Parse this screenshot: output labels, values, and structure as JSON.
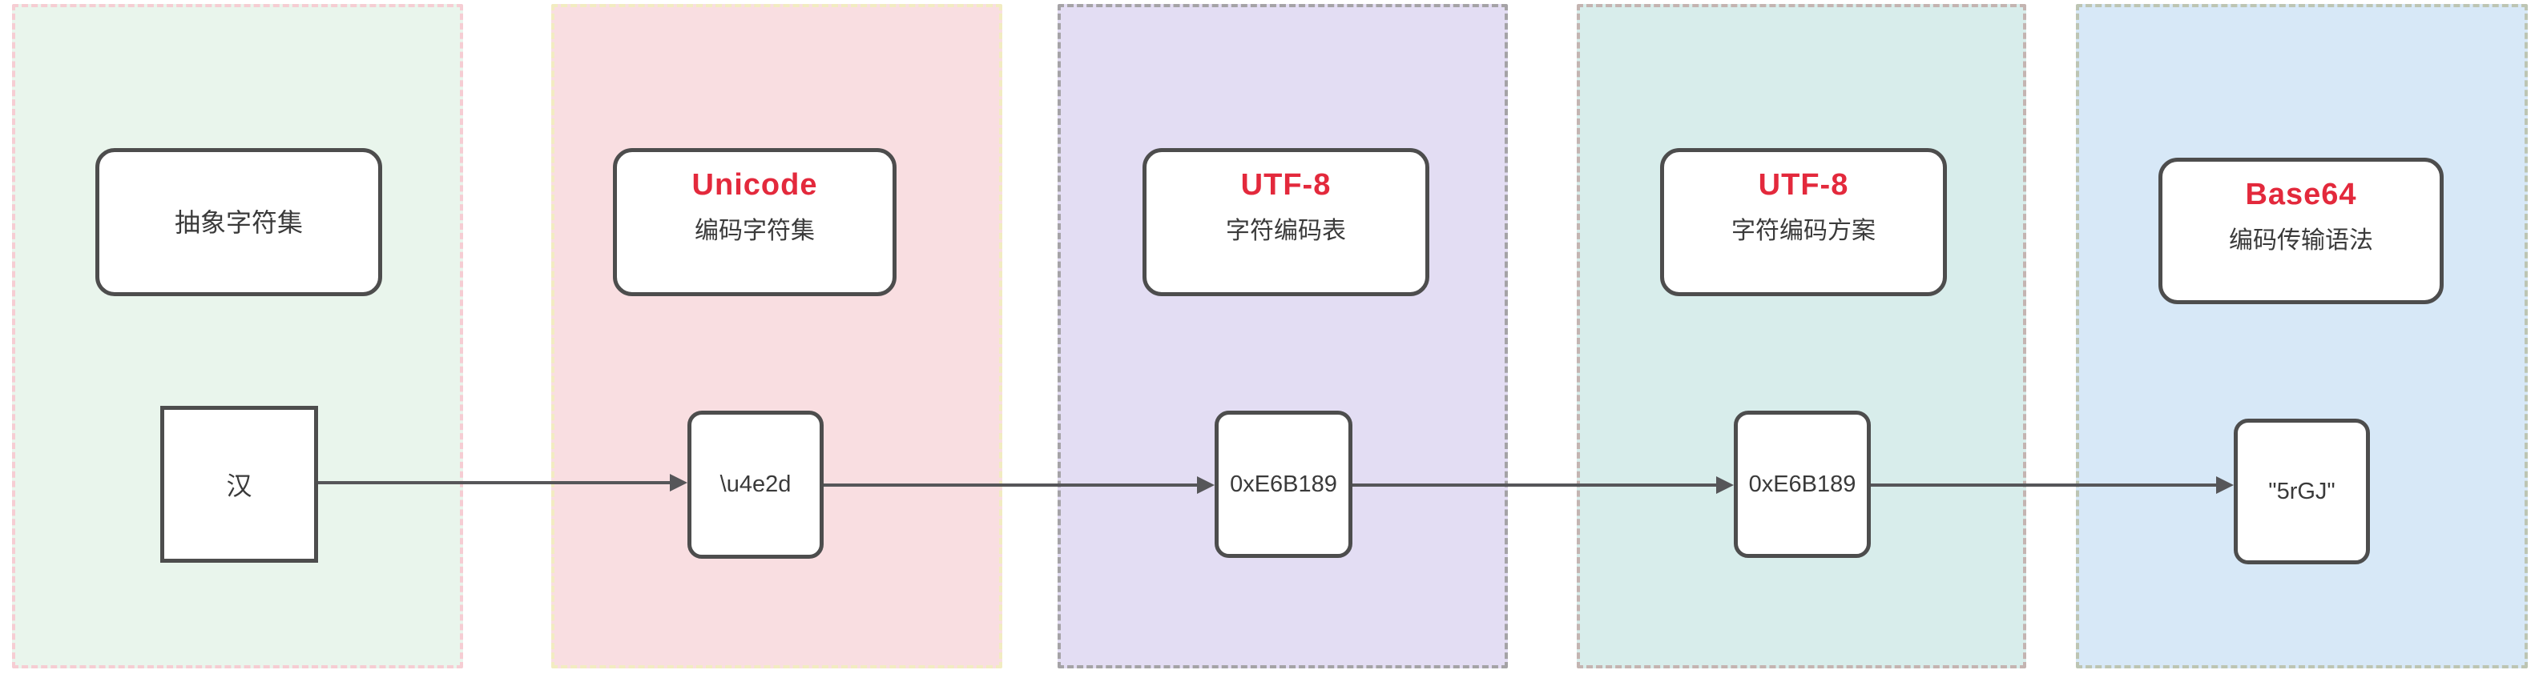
{
  "colors": {
    "accent_red": "#e3293c",
    "box_border": "#4d4d4d",
    "arrow": "#565659",
    "text": "#3a3a3a",
    "panel_1_bg": "#e9f5ec",
    "panel_1_border": "#f6cdd3",
    "panel_2_bg": "#f9dee1",
    "panel_2_border": "#f2ecc1",
    "panel_3_bg": "#e3ddf3",
    "panel_3_border": "#a5a3a6",
    "panel_4_bg": "#d8edeb",
    "panel_4_border": "#c4b4b1",
    "panel_5_bg": "#d7e8f7",
    "panel_5_border": "#bdc5b3"
  },
  "diagram": {
    "panels": [
      {
        "title": "",
        "label": "抽象字符集",
        "value": "汉",
        "bg": "#e9f5ec",
        "border_color": "#f6cdd3"
      },
      {
        "title": "Unicode",
        "label": "编码字符集",
        "value": "\\u4e2d",
        "bg": "#f9dee1",
        "border_color": "#f2ecc1"
      },
      {
        "title": "UTF-8",
        "label": "字符编码表",
        "value": "0xE6B189",
        "bg": "#e3ddf3",
        "border_color": "#a5a3a6"
      },
      {
        "title": "UTF-8",
        "label": "字符编码方案",
        "value": "0xE6B189",
        "bg": "#d8edeb",
        "border_color": "#c4b4b1"
      },
      {
        "title": "Base64",
        "label": "编码传输语法",
        "value": "\"5rGJ\"",
        "bg": "#d7e8f7",
        "border_color": "#bdc5b3"
      }
    ]
  }
}
